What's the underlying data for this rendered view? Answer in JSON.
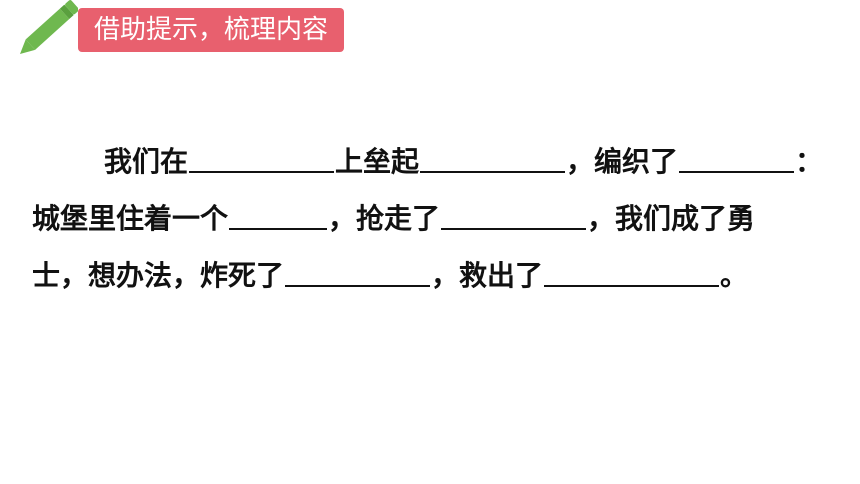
{
  "header": {
    "icon": "pencil-icon",
    "title": "借助提示，梳理内容",
    "badge_color": "#e8606e",
    "icon_color": "#6fb84f"
  },
  "passage": {
    "lines": [
      {
        "segments": [
          {
            "t": "我们在"
          },
          {
            "blank": 145
          },
          {
            "t": "上垒起"
          },
          {
            "blank": 145
          },
          {
            "t": "，编织了"
          },
          {
            "blank": 115
          },
          {
            "t": "："
          }
        ]
      },
      {
        "segments": [
          {
            "t": "城堡里住着一个"
          },
          {
            "blank": 98
          },
          {
            "t": "，抢走了"
          },
          {
            "blank": 145
          },
          {
            "t": "，我们成了勇"
          }
        ]
      },
      {
        "segments": [
          {
            "t": "士，想办法，炸死了"
          },
          {
            "blank": 145
          },
          {
            "t": "，救出了"
          },
          {
            "blank": 175
          },
          {
            "t": "。"
          }
        ]
      }
    ]
  }
}
